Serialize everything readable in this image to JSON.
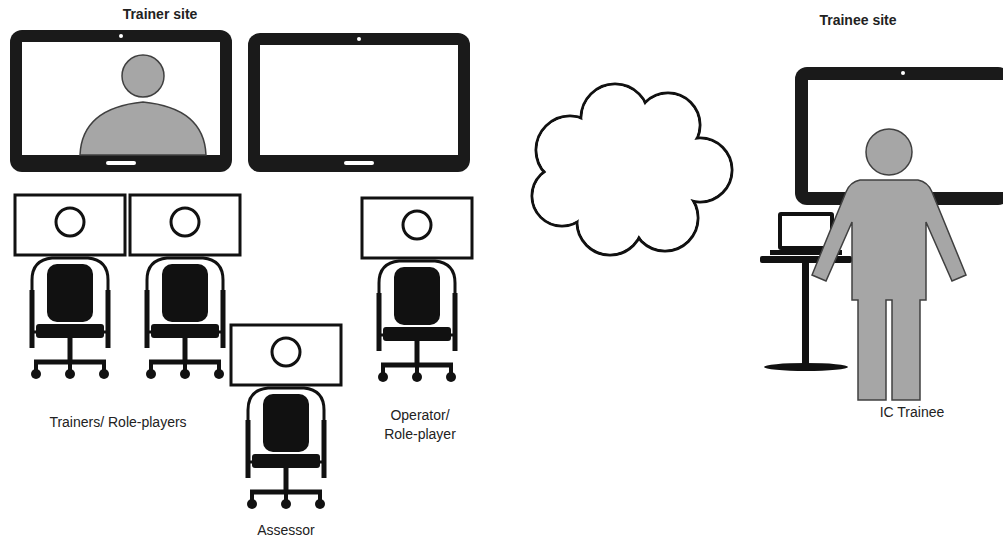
{
  "diagram": {
    "labels": [
      "Trainer site",
      "Trainee site",
      "Trainers/ Role-players",
      "Assessor",
      "Operator/ Role-player",
      "IC Trainee"
    ]
  }
}
